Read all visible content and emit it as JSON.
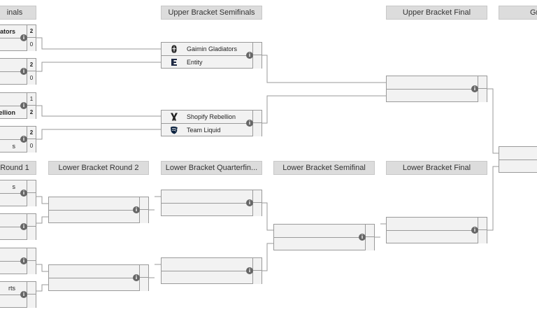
{
  "headers": {
    "upper_quarterfinals": "inals",
    "upper_semifinals": "Upper Bracket Semifinals",
    "upper_final": "Upper Bracket Final",
    "grand_final": "Gr",
    "lower_round1": "Round 1",
    "lower_round2": "Lower Bracket Round 2",
    "lower_quarterfinal": "Lower Bracket Quarterfin...",
    "lower_semifinal": "Lower Bracket Semifinal",
    "lower_final": "Lower Bracket Final"
  },
  "info_glyph": "i",
  "upper_quarterfinals": [
    {
      "team1": "iators",
      "score1": "2",
      "team2": "",
      "score2": "0"
    },
    {
      "team1": "",
      "score1": "2",
      "team2": "",
      "score2": "0"
    },
    {
      "team1": "",
      "score1": "1",
      "team2": "ellion",
      "score2": "2"
    },
    {
      "team1": "",
      "score1": "2",
      "team2": "s",
      "score2": "0"
    }
  ],
  "upper_semifinals": [
    {
      "team1": "Gaimin Gladiators",
      "team1_icon": "gaimin-gladiators-logo-icon",
      "team2": "Entity",
      "team2_icon": "entity-logo-icon"
    },
    {
      "team1": "Shopify Rebellion",
      "team1_icon": "shopify-rebellion-logo-icon",
      "team2": "Team Liquid",
      "team2_icon": "team-liquid-logo-icon"
    }
  ],
  "lower_round1": [
    {
      "team1": "s",
      "team2": ""
    },
    {
      "team1": "",
      "team2": ""
    },
    {
      "team1": "",
      "team2": ""
    },
    {
      "team1": "rts",
      "team2": ""
    }
  ],
  "colors": {
    "header_bg": "#dcdcdc",
    "match_bg": "#f2f2f2",
    "connector": "#9a9a9a",
    "info_icon": "#666666"
  }
}
